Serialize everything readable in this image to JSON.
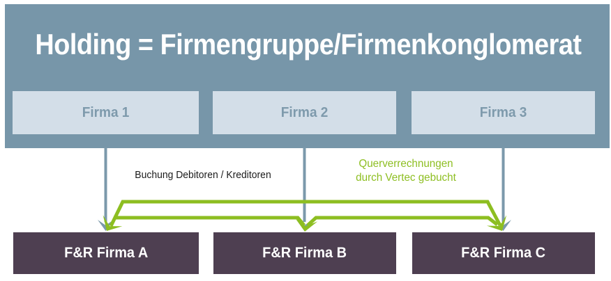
{
  "header": {
    "title": "Holding = Firmengruppe/Firmenkonglomerat",
    "companies": [
      {
        "label": "Firma 1"
      },
      {
        "label": "Firma 2"
      },
      {
        "label": "Firma 3"
      }
    ]
  },
  "subsidiaries": [
    {
      "label": "F&R Firma A"
    },
    {
      "label": "F&R Firma B"
    },
    {
      "label": "F&R Firma C"
    }
  ],
  "annotations": {
    "booking_label": "Buchung Debitoren / Kreditoren",
    "cross_settlement_line1": "Querverrechnungen",
    "cross_settlement_line2": "durch Vertec gebucht"
  },
  "colors": {
    "header_bg": "#7796A9",
    "light_box_bg": "#D3DEE8",
    "light_box_text": "#7E9AAC",
    "dark_box_bg": "#4E3F51",
    "dark_box_text": "#FFFFFF",
    "arrow_blue": "#7B99AB",
    "green": "#8DBE21",
    "label_dark": "#1B1B1B",
    "page_bg": "#FFFFFF"
  }
}
